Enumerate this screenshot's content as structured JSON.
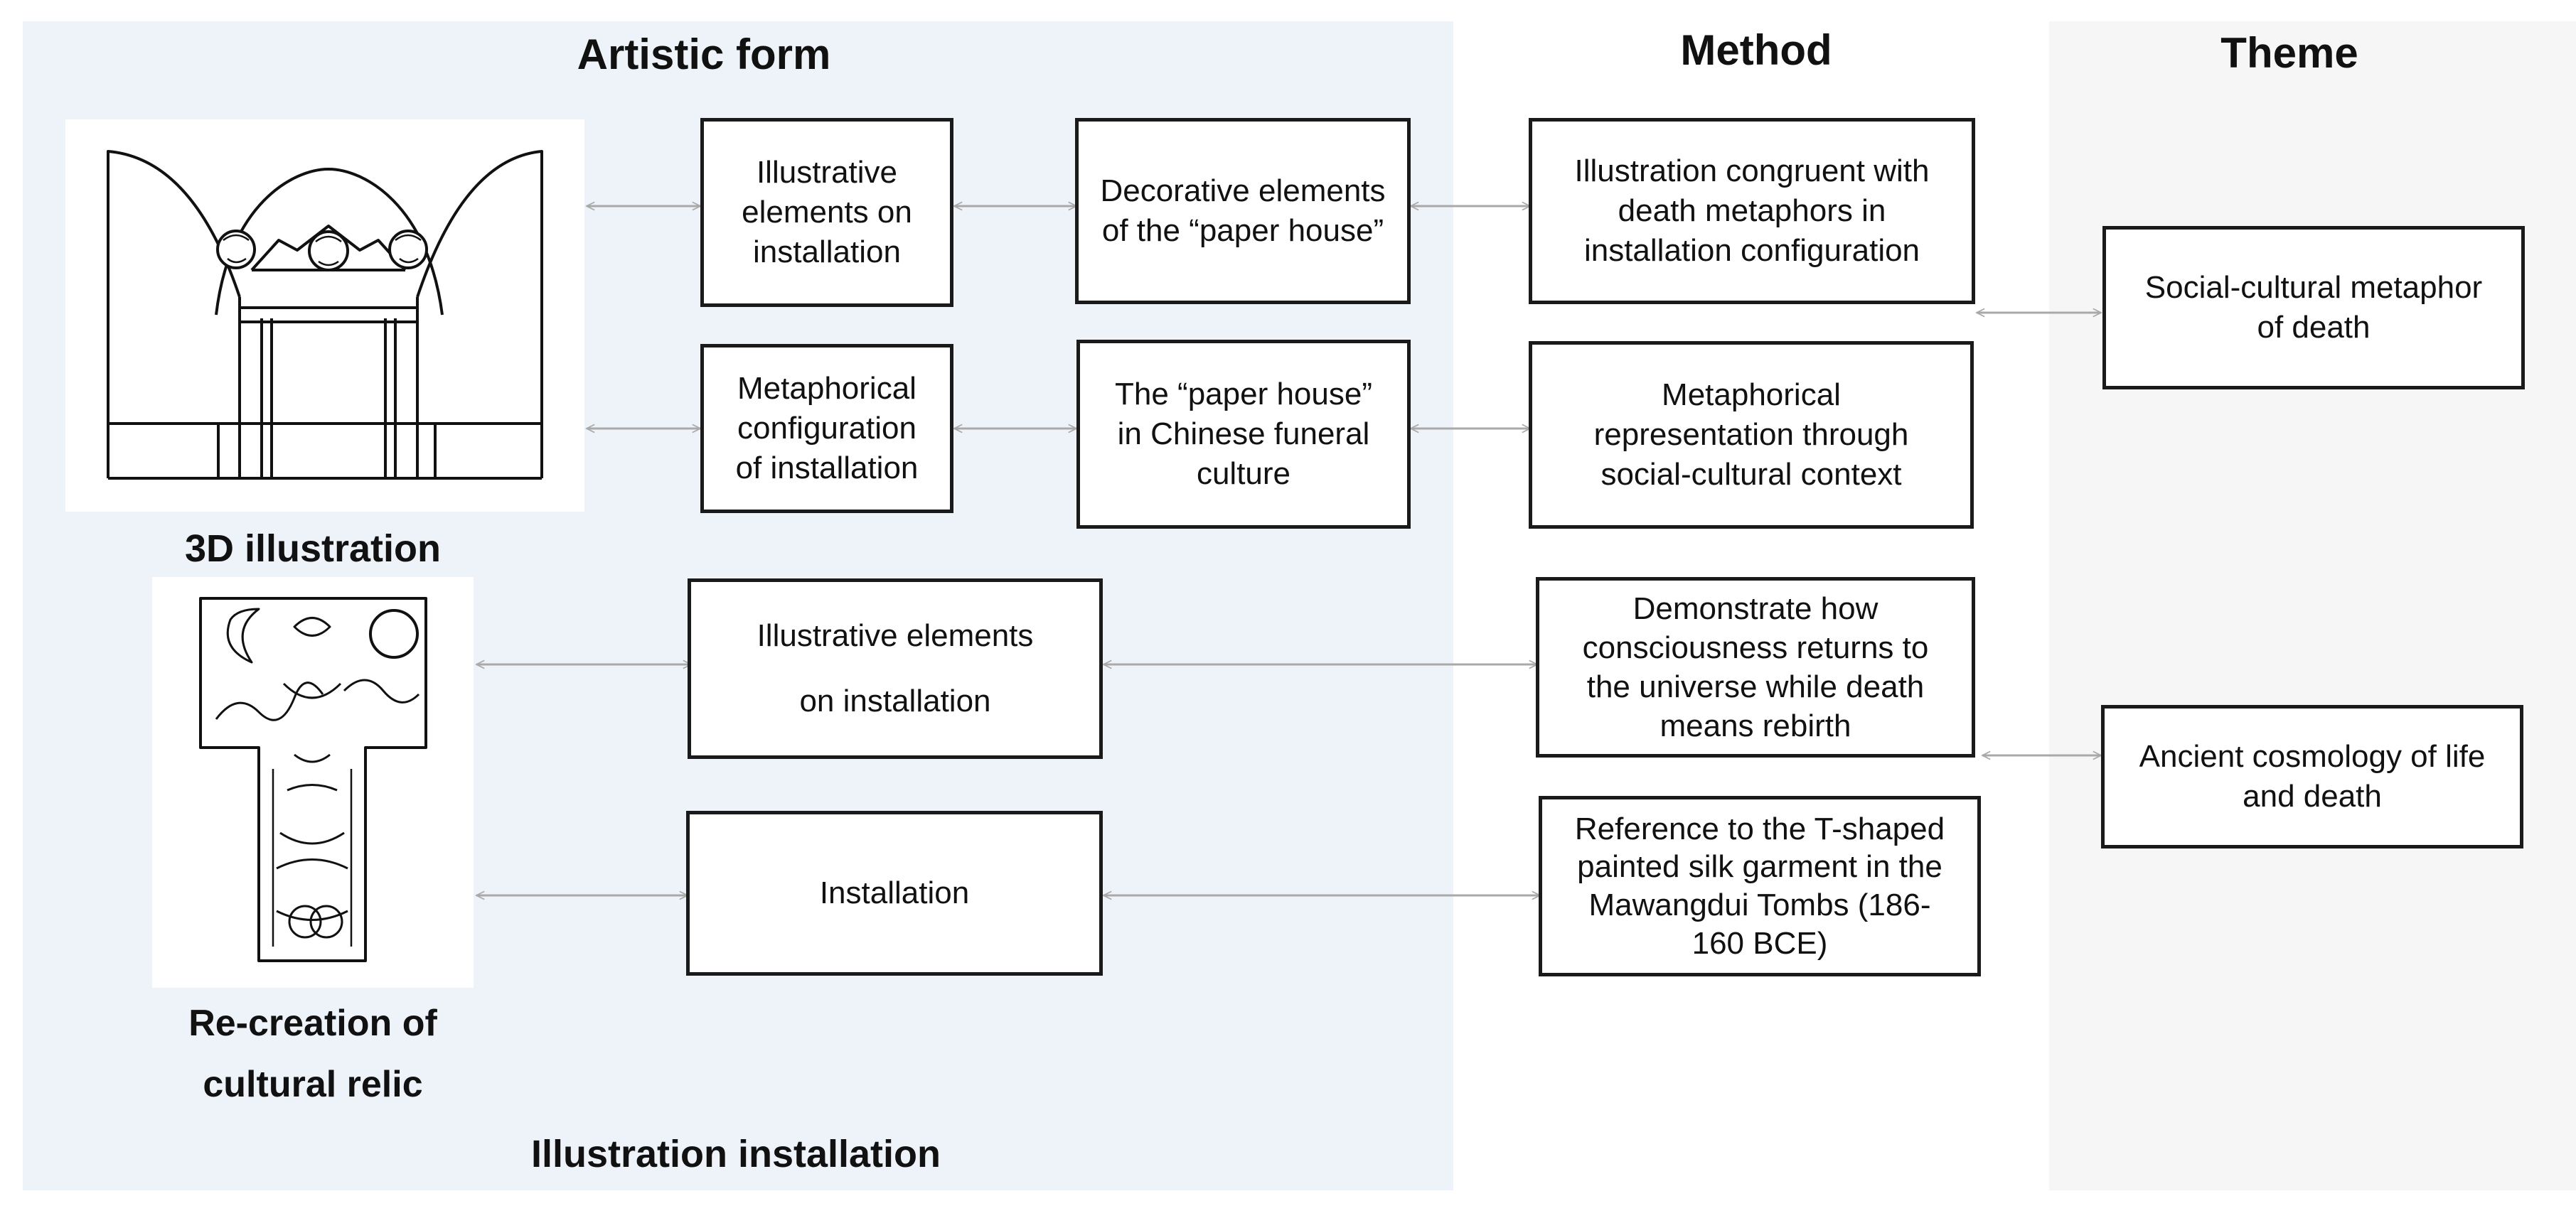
{
  "columns": {
    "artistic_form": "Artistic form",
    "method": "Method",
    "theme": "Theme"
  },
  "captions": {
    "illustration_3d": "3D illustration",
    "relic": "Re-creation of\ncultural relic",
    "installation_footer": "Illustration installation"
  },
  "boxes": {
    "illustrative_elements_top": "Illustrative\nelements on\ninstallation",
    "decorative_elements": "Decorative elements\nof the “paper house”",
    "illustration_congruent": "Illustration congruent with\ndeath metaphors in\ninstallation configuration",
    "metaphorical_configuration": "Metaphorical\nconfiguration\nof installation",
    "paper_house": "The “paper house”\nin Chinese funeral\nculture",
    "metaphorical_representation": "Metaphorical\nrepresentation through\nsocial-cultural context",
    "illustrative_elements_bottom": "Illustrative elements\n\non installation",
    "demonstrate_consciousness": "Demonstrate how\nconsciousness returns to\nthe universe while death\nmeans rebirth",
    "installation": "Installation",
    "reference_tshaped": "Reference to the T-shaped\npainted silk garment in the\nMawangdui Tombs (186-\n160 BCE)",
    "theme_social": "Social-cultural metaphor\nof death",
    "theme_cosmology": "Ancient cosmology of life\nand death"
  },
  "colors": {
    "artistic_panel": "#eef3f9",
    "theme_panel": "#f6f6f6",
    "box_border": "#1a1a1a",
    "arrow": "#a9a9a9"
  }
}
